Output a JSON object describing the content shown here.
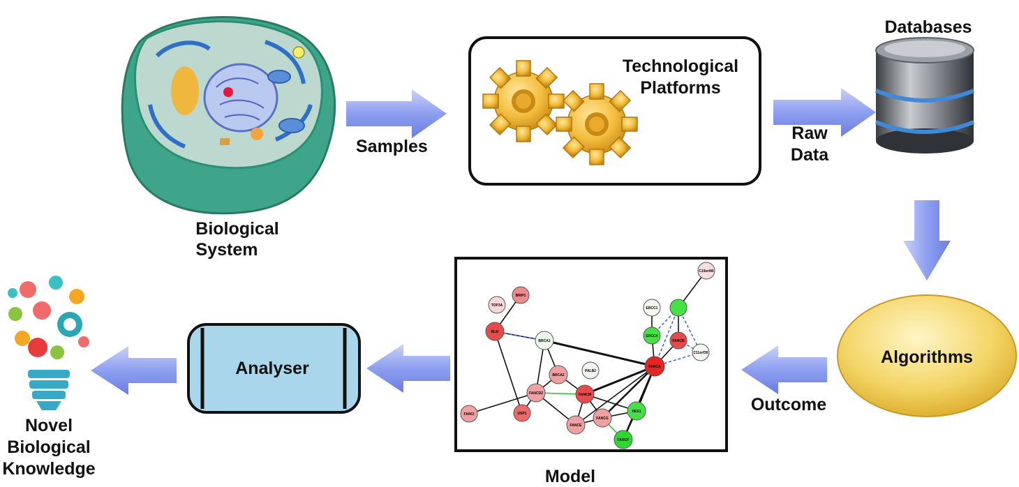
{
  "diagram": {
    "biological_system": {
      "line1": "Biological",
      "line2": "System"
    },
    "samples": "Samples",
    "technological_platforms": {
      "line1": "Technological",
      "line2": "Platforms"
    },
    "raw_data": {
      "line1": "Raw",
      "line2": "Data"
    },
    "databases": "Databases",
    "algorithms": "Algorithms",
    "outcome": "Outcome",
    "model": "Model",
    "analyser": "Analyser",
    "novel_knowledge": {
      "line1": "Novel",
      "line2": "Biological",
      "line3": "Knowledge"
    },
    "network_nodes": [
      "BRIP1",
      "TOP3A",
      "BLM",
      "BRCA1",
      "PALB2",
      "BRCA2",
      "FANCD2",
      "FANCA",
      "FANCI",
      "USP1",
      "FANCE",
      "FANCG",
      "FANCM",
      "ERCC1",
      "ERCC4",
      "FANCB",
      "C11orf30",
      "C19orf40",
      "HES1",
      "FANCF"
    ]
  },
  "colors": {
    "arrow": "#8a9be8",
    "algorithms_fill": "#f2d36a",
    "analyser_fill": "#a9d6ea",
    "node_red": "#e83a3a",
    "node_pink": "#f0a0a0",
    "node_green": "#44e044",
    "node_pale": "#f0f0ee"
  }
}
